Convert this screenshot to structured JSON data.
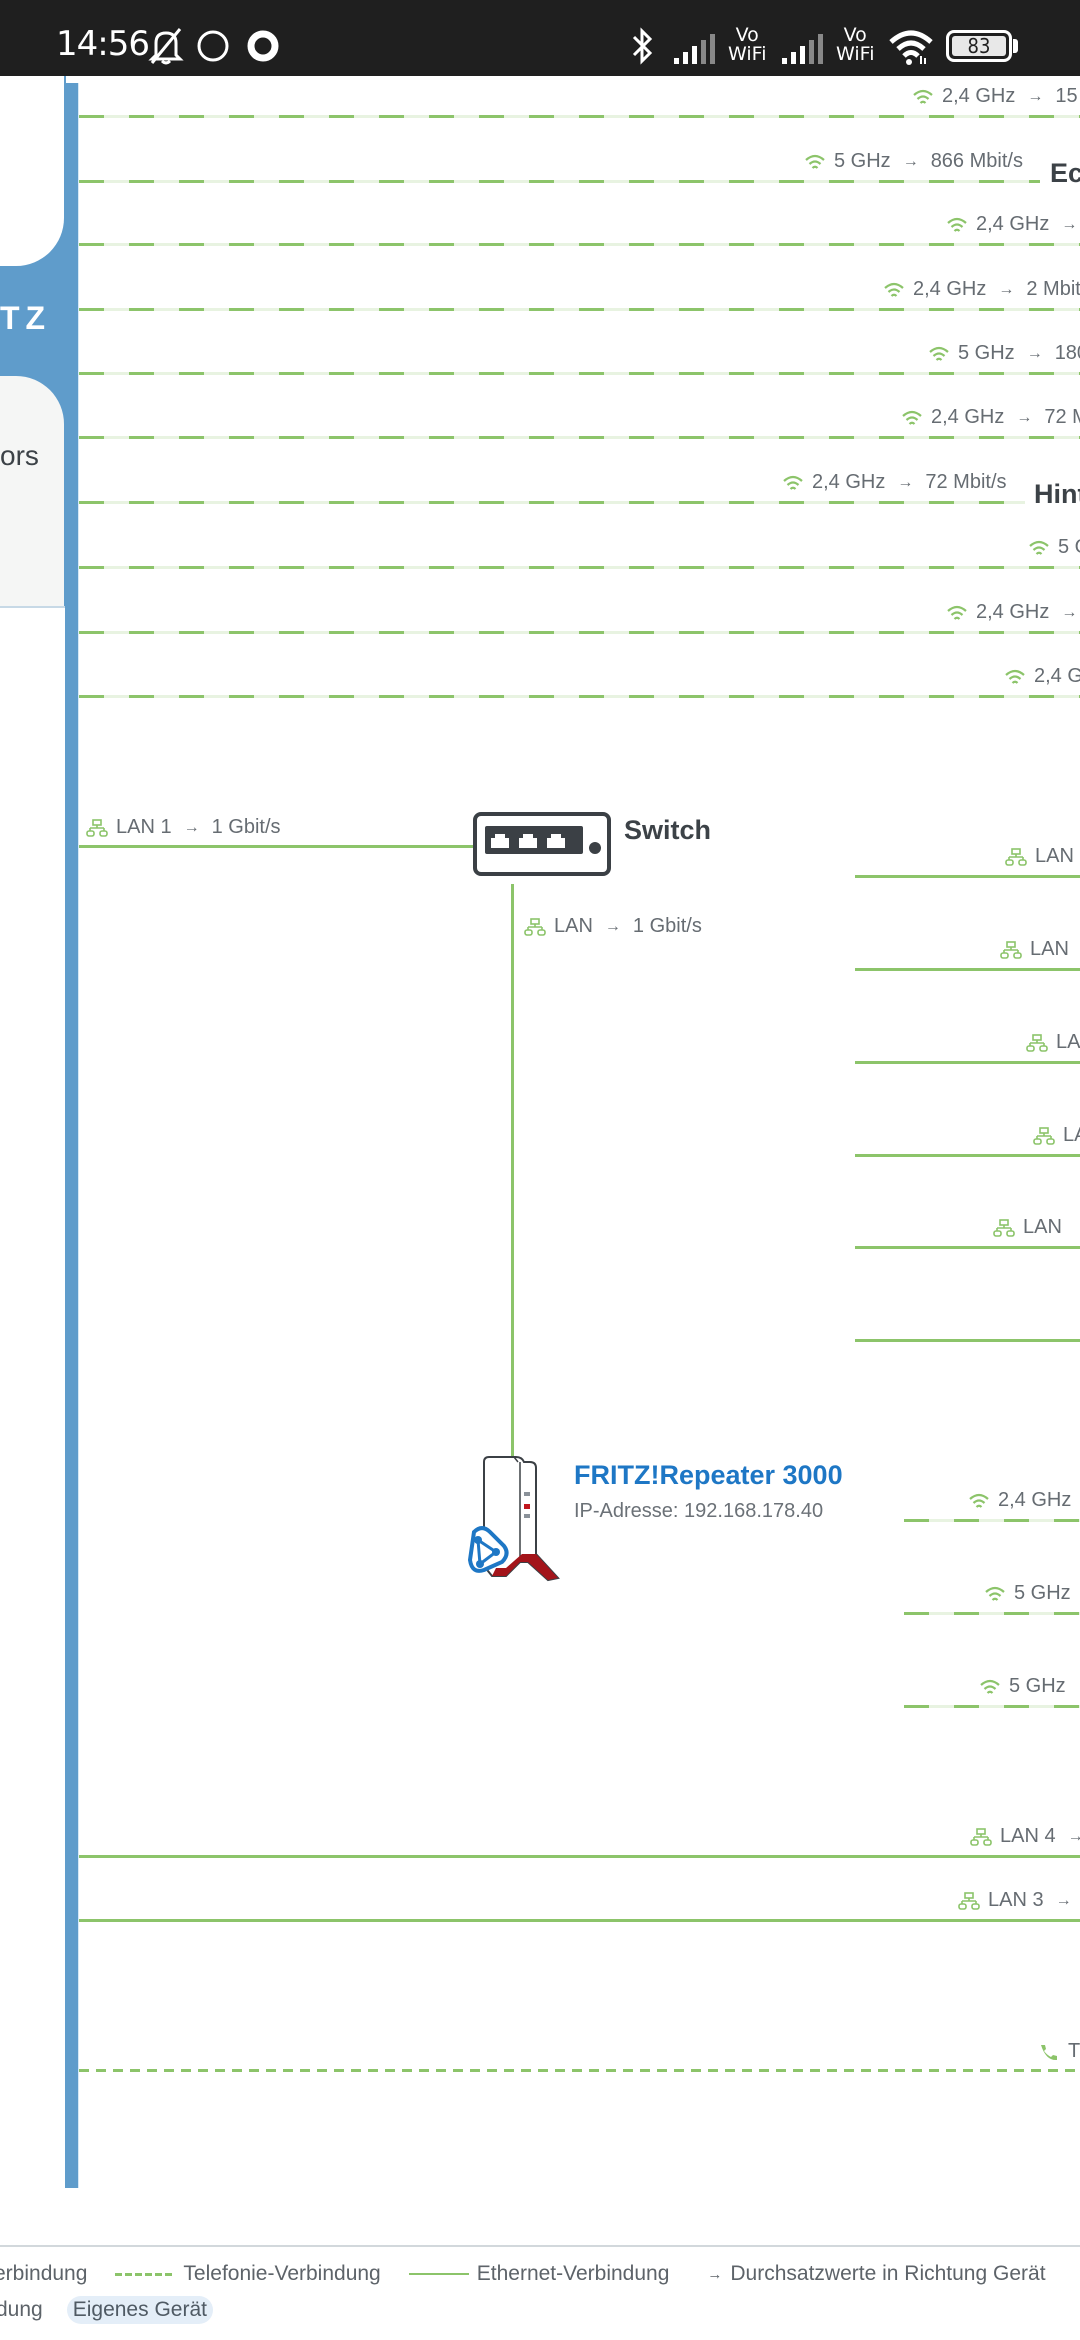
{
  "status_bar": {
    "time": "14:56",
    "battery": "83",
    "vowifi_1": [
      "Vo",
      "WiFi"
    ],
    "vowifi_2": [
      "Vo",
      "WiFi"
    ],
    "icons": [
      "bell-off-icon",
      "circle-icon",
      "ring-icon",
      "bluetooth-icon",
      "signal-icon",
      "signal-icon",
      "wifi-icon",
      "battery-icon"
    ]
  },
  "left_panel": {
    "active_label": "TZ",
    "inactive_label": "ors"
  },
  "wifi_connections": [
    {
      "band": "2,4 GHz",
      "arrow": "→",
      "rate": "15",
      "device_name": ""
    },
    {
      "band": "5 GHz",
      "arrow": "→",
      "rate": "866 Mbit/s",
      "device_name": "Ec"
    },
    {
      "band": "2,4 GHz",
      "arrow": "→",
      "rate": "",
      "device_name": ""
    },
    {
      "band": "2,4 GHz",
      "arrow": "→",
      "rate": "2 Mbit",
      "device_name": ""
    },
    {
      "band": "5 GHz",
      "arrow": "→",
      "rate": "180",
      "device_name": ""
    },
    {
      "band": "2,4 GHz",
      "arrow": "→",
      "rate": "72 M",
      "device_name": ""
    },
    {
      "band": "2,4 GHz",
      "arrow": "→",
      "rate": "72 Mbit/s",
      "device_name": "Hint"
    },
    {
      "band": "5 G",
      "arrow": "",
      "rate": "",
      "device_name": ""
    },
    {
      "band": "2,4 GHz",
      "arrow": "→",
      "rate": "",
      "device_name": ""
    },
    {
      "band": "2,4 G",
      "arrow": "",
      "rate": "",
      "device_name": ""
    }
  ],
  "switch": {
    "name": "Switch",
    "uplink": {
      "port": "LAN 1",
      "arrow": "→",
      "rate": "1 Gbit/s"
    },
    "downlink": {
      "port": "LAN",
      "arrow": "→",
      "rate": "1 Gbit/s"
    },
    "ports": [
      {
        "label": "LAN"
      },
      {
        "label": "LAN"
      },
      {
        "label": "LA"
      },
      {
        "label": "LA"
      },
      {
        "label": "LAN"
      },
      {
        "label": ""
      }
    ]
  },
  "repeater": {
    "name": "FRITZ!Repeater 3000",
    "ip": "IP-Adresse: 192.168.178.40",
    "wifi": [
      {
        "band": "2,4 GHz"
      },
      {
        "band": "5 GHz"
      },
      {
        "band": "5 GHz"
      }
    ]
  },
  "lan_connections": [
    {
      "port": "LAN 4",
      "arrow": "→"
    },
    {
      "port": "LAN 3",
      "arrow": "→"
    }
  ],
  "telephony": {
    "label": "T"
  },
  "legend": {
    "row1": [
      {
        "type": "wifi",
        "label": "erbindung"
      },
      {
        "type": "telephony",
        "label": "Telefonie-Verbindung"
      },
      {
        "type": "ethernet",
        "label": "Ethernet-Verbindung"
      },
      {
        "type": "throughput",
        "symbol": "→",
        "label": "Durchsatzwerte in Richtung Gerät"
      }
    ],
    "row2_text": "dung",
    "own_device_badge": "Eigenes Gerät"
  },
  "colors": {
    "trunk_blue": "#5f9ccb",
    "link_green": "#8cc46a",
    "title_blue": "#1e77c5",
    "repeater_red": "#c0171d"
  }
}
